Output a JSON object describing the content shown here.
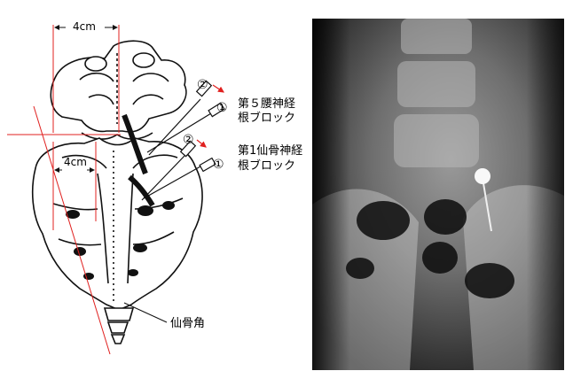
{
  "diagram": {
    "dim_top": "4cm",
    "dim_mid": "4cm",
    "marker_1": "①",
    "marker_2": "②",
    "l5_label_line1": "第５腰神経",
    "l5_label_line2": "根ブロック",
    "s1_label_line1": "第1仙骨神経",
    "s1_label_line2": "根ブロック",
    "coccyx_label": "仙骨角"
  },
  "colors": {
    "guide_line": "#e0201f",
    "needle_arrow": "#e0201f",
    "bone_outline": "#111111",
    "xray_background": "#101010"
  }
}
